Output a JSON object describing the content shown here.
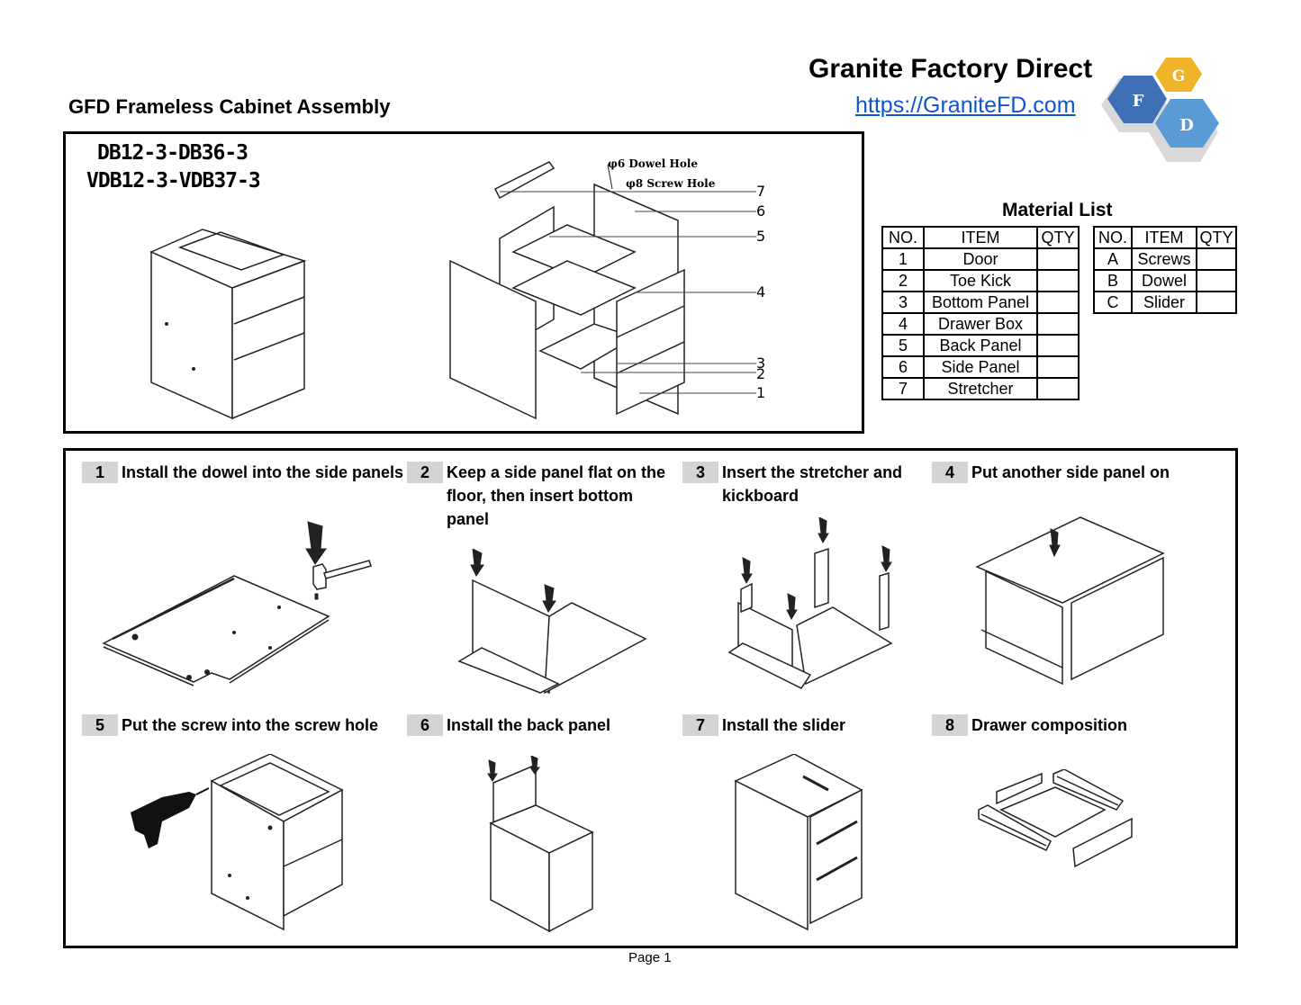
{
  "header": {
    "document_title": "GFD Frameless Cabinet Assembly",
    "brand_name": "Granite Factory Direct",
    "brand_url": "https://GraniteFD.com",
    "logo": {
      "letters": [
        "G",
        "F",
        "D"
      ],
      "colors": {
        "G": "#f0b429",
        "F": "#3f6fb5",
        "D": "#5b9bd5",
        "shadow": "#d9d9d9"
      }
    }
  },
  "overview": {
    "models": [
      "DB12-3-DB36-3",
      "VDB12-3-VDB37-3"
    ],
    "hole_labels": [
      "φ6 Dowel Hole",
      "φ8 Screw Hole"
    ],
    "callouts": [
      "7",
      "6",
      "5",
      "4",
      "3",
      "2",
      "1"
    ]
  },
  "material_list": {
    "title": "Material List",
    "headers": [
      "NO.",
      "ITEM",
      "QTY"
    ],
    "parts": [
      {
        "no": "1",
        "item": "Door",
        "qty": ""
      },
      {
        "no": "2",
        "item": "Toe Kick",
        "qty": ""
      },
      {
        "no": "3",
        "item": "Bottom Panel",
        "qty": ""
      },
      {
        "no": "4",
        "item": "Drawer Box",
        "qty": ""
      },
      {
        "no": "5",
        "item": "Back Panel",
        "qty": ""
      },
      {
        "no": "6",
        "item": "Side Panel",
        "qty": ""
      },
      {
        "no": "7",
        "item": "Stretcher",
        "qty": ""
      }
    ],
    "hardware": [
      {
        "no": "A",
        "item": "Screws",
        "qty": ""
      },
      {
        "no": "B",
        "item": "Dowel",
        "qty": ""
      },
      {
        "no": "C",
        "item": "Slider",
        "qty": ""
      }
    ]
  },
  "steps": [
    {
      "num": "1",
      "text": "Install the dowel into the side panels",
      "icons": [
        "hammer-icon",
        "down-arrow-icon"
      ]
    },
    {
      "num": "2",
      "text": "Keep a side panel flat on the floor, then insert bottom panel",
      "icons": [
        "down-arrow-icon"
      ]
    },
    {
      "num": "3",
      "text": "Insert the stretcher and kickboard",
      "icons": [
        "down-arrow-icon"
      ]
    },
    {
      "num": "4",
      "text": "Put another side panel on",
      "icons": [
        "down-arrow-icon"
      ]
    },
    {
      "num": "5",
      "text": "Put the screw into the screw hole",
      "icons": [
        "drill-icon"
      ]
    },
    {
      "num": "6",
      "text": "Install the back panel",
      "icons": [
        "down-arrow-icon"
      ]
    },
    {
      "num": "7",
      "text": "Install the slider",
      "icons": []
    },
    {
      "num": "8",
      "text": "Drawer composition",
      "icons": []
    }
  ],
  "footer": {
    "page_label": "Page 1"
  }
}
